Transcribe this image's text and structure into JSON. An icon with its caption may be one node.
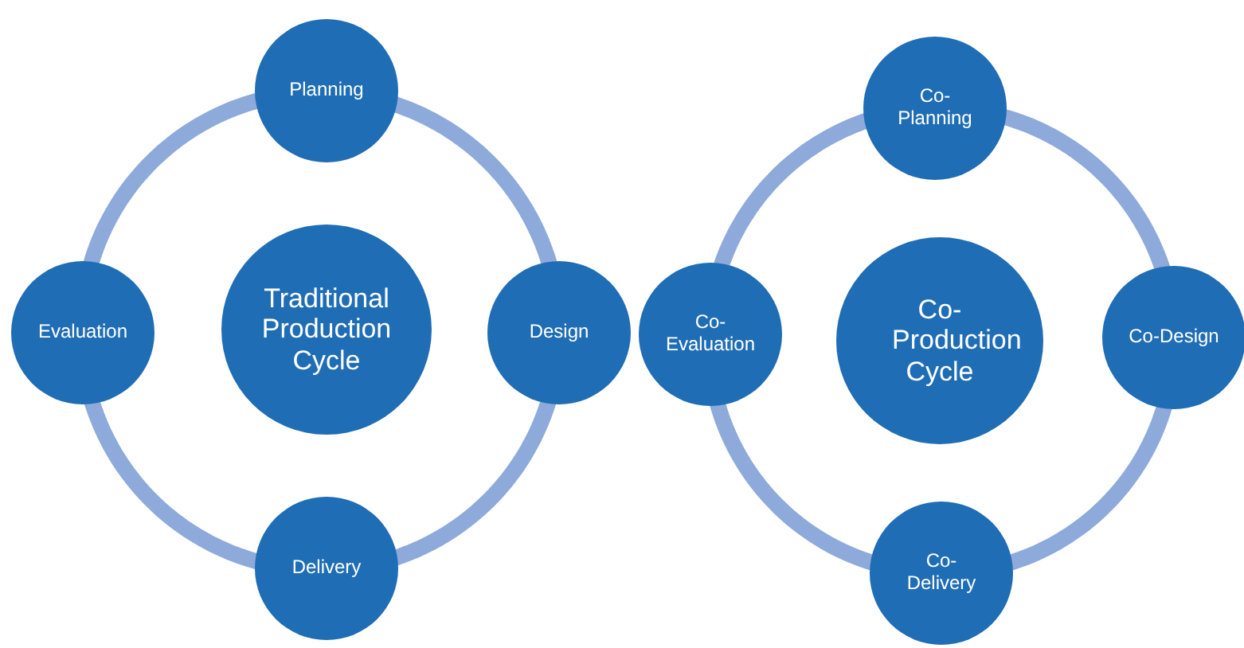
{
  "diagram": {
    "nodes": [
      {
        "text": [
          "Traditional Production Cycle"
        ]
      },
      {
        "text": [
          "Planning"
        ]
      },
      {
        "text": [
          "Design"
        ]
      },
      {
        "text": [
          "Delivery"
        ]
      },
      {
        "text": [
          "Evaluation"
        ]
      },
      {
        "text": [
          "Co-Production Cycle"
        ]
      },
      {
        "text": [
          "Co-Planning"
        ]
      },
      {
        "text": [
          "Co-Design"
        ]
      },
      {
        "text": [
          "Co-Delivery"
        ]
      },
      {
        "text": [
          "Co-Evaluation"
        ]
      }
    ],
    "edges": [
      {
        "from": 1,
        "to": 2,
        "arrow": "none"
      },
      {
        "from": 2,
        "to": 3,
        "arrow": "none"
      },
      {
        "from": 3,
        "to": 4,
        "arrow": "none"
      },
      {
        "from": 4,
        "to": 1,
        "arrow": "none"
      },
      {
        "from": 6,
        "to": 7,
        "arrow": "none"
      },
      {
        "from": 7,
        "to": 8,
        "arrow": "none"
      },
      {
        "from": 8,
        "to": 9,
        "arrow": "none"
      },
      {
        "from": 9,
        "to": 6,
        "arrow": "none"
      }
    ]
  }
}
